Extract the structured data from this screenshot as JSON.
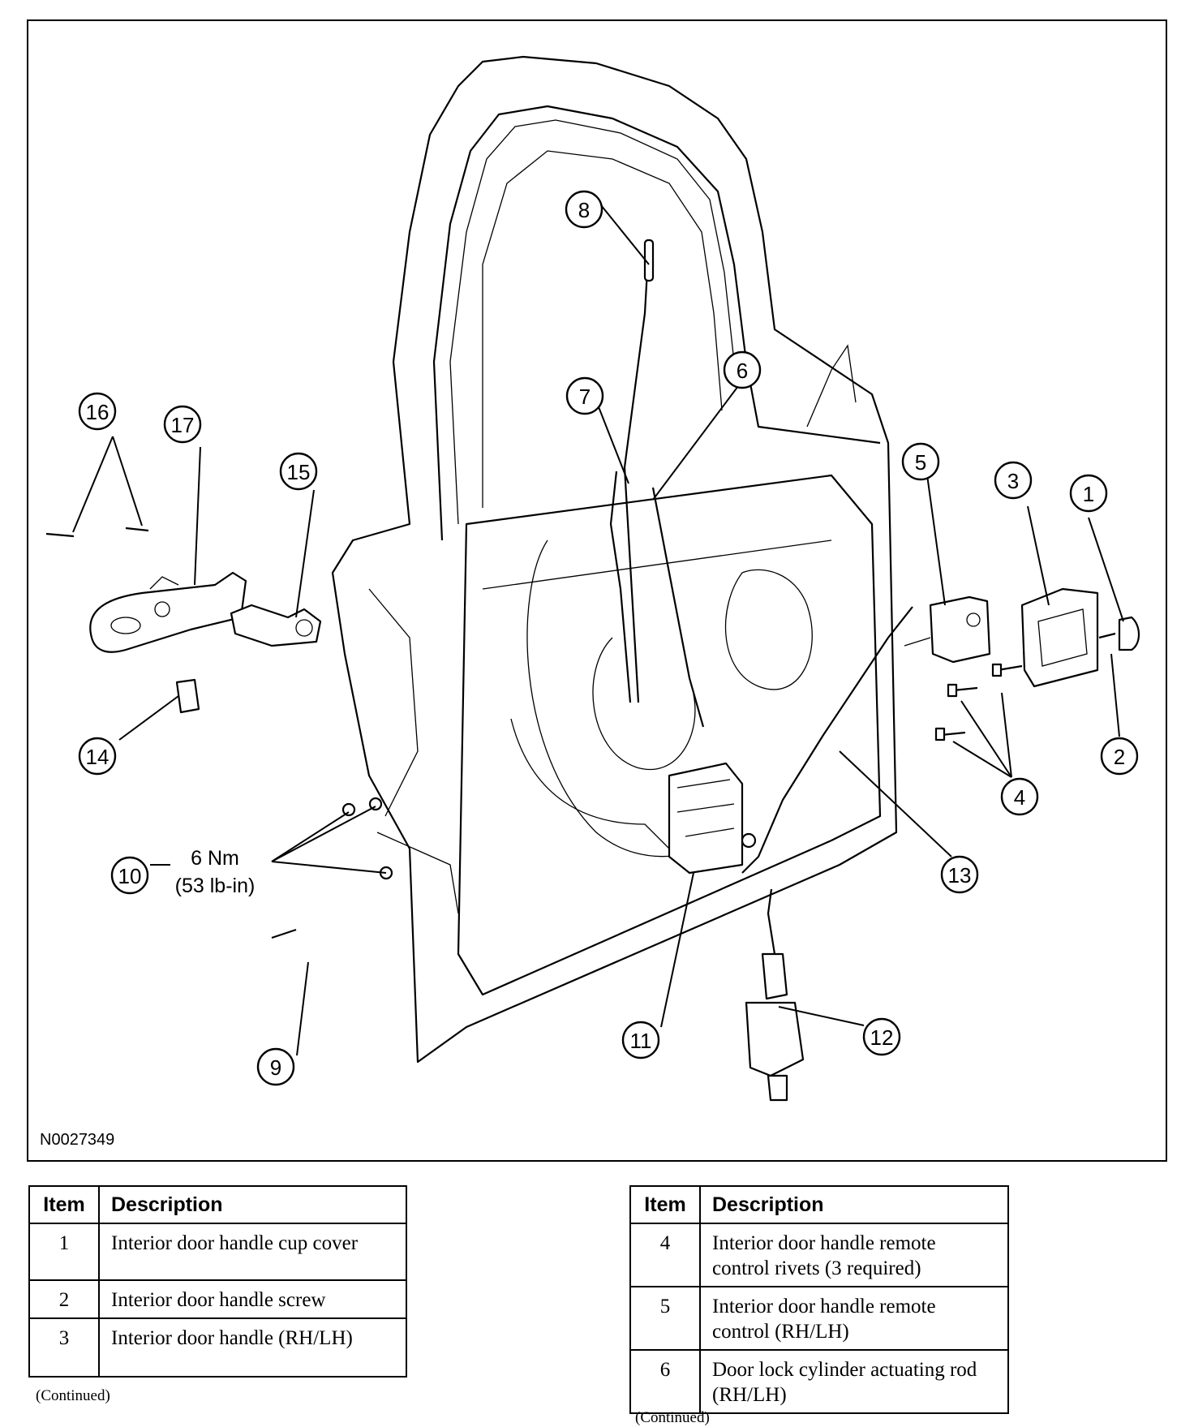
{
  "figure": {
    "code": "N0027349",
    "callouts": [
      "1",
      "2",
      "3",
      "4",
      "5",
      "6",
      "7",
      "8",
      "9",
      "10",
      "11",
      "12",
      "13",
      "14",
      "15",
      "16",
      "17"
    ],
    "torque": {
      "value": "6 Nm",
      "alt": "(53 lb-in)"
    }
  },
  "tables": [
    {
      "headers": {
        "item": "Item",
        "description": "Description"
      },
      "rows": [
        {
          "item": "1",
          "description": "Interior door handle cup cover"
        },
        {
          "item": "2",
          "description": "Interior door handle screw"
        },
        {
          "item": "3",
          "description": "Interior door handle (RH/LH)"
        }
      ],
      "continued": "(Continued)"
    },
    {
      "headers": {
        "item": "Item",
        "description": "Description"
      },
      "rows": [
        {
          "item": "4",
          "description": "Interior door handle remote control rivets (3 required)"
        },
        {
          "item": "5",
          "description": "Interior door handle remote control (RH/LH)"
        },
        {
          "item": "6",
          "description": "Door lock cylinder actuating rod (RH/LH)"
        }
      ],
      "continued": "(Continued)"
    }
  ]
}
